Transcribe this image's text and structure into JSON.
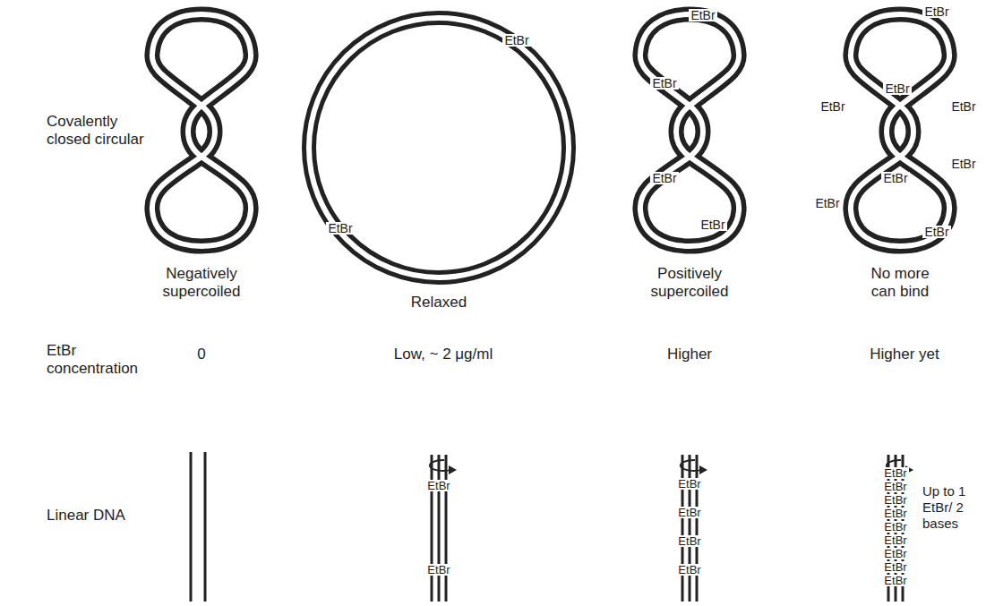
{
  "diagram": {
    "labels": [
      "Covalently closed circular",
      "EtBr",
      "EtBr",
      "EtBr",
      "EtBr",
      "EtBr",
      "EtBr",
      "EtBr",
      "EtBr",
      "EtBr",
      "EtBr",
      "EtBr",
      "EtBr",
      "EtBr",
      "EtBr",
      "Negatively supercoiled",
      "Relaxed",
      "Positively supercoiled",
      "No more can bind",
      "EtBr concentration",
      "0",
      "Low, ~ 2 μg/ml",
      "Higher",
      "Higher yet",
      "Linear DNA",
      "EtBr",
      "EtBr",
      "EtBr",
      "EtBr",
      "EtBr",
      "EtBr",
      "EtBr",
      "EtBr",
      "EtBr",
      "EtBr",
      "EtBr",
      "EtBr",
      "EtBr",
      "EtBr",
      "EtBr",
      "Up to 1 EtBr/ 2 bases"
    ]
  }
}
